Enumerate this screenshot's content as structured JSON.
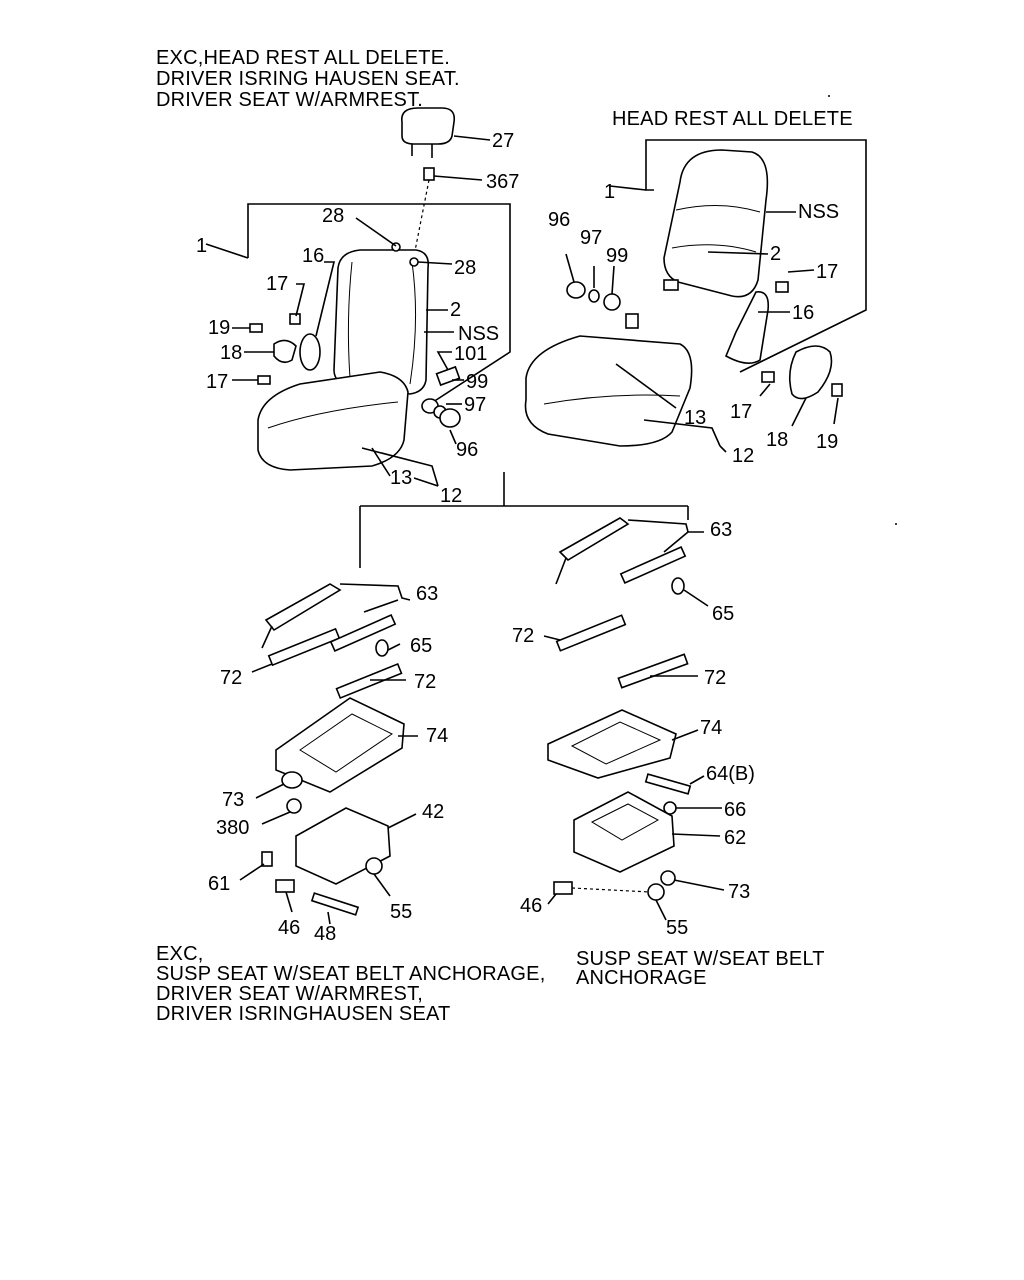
{
  "notes": {
    "top_left": [
      "EXC,HEAD REST ALL DELETE.",
      "DRIVER ISRING HAUSEN SEAT.",
      "DRIVER SEAT W/ARMREST."
    ],
    "top_right": [
      "HEAD REST ALL DELETE"
    ],
    "bottom_left": [
      "EXC,",
      "SUSP SEAT W/SEAT BELT ANCHORAGE,",
      "DRIVER SEAT W/ARMREST,",
      "DRIVER ISRINGHAUSEN SEAT"
    ],
    "bottom_right": [
      "SUSP SEAT W/SEAT BELT",
      "ANCHORAGE"
    ]
  },
  "callouts": {
    "left_seat": [
      "27",
      "367",
      "28",
      "28",
      "1",
      "16",
      "17",
      "19",
      "18",
      "17",
      "2",
      "NSS",
      "101",
      "99",
      "97",
      "96",
      "13",
      "12"
    ],
    "right_seat": [
      "96",
      "97",
      "99",
      "1",
      "NSS",
      "2",
      "17",
      "16",
      "17",
      "18",
      "19",
      "13",
      "12"
    ],
    "left_frame": [
      "63",
      "65",
      "72",
      "72",
      "74",
      "73",
      "380",
      "42",
      "61",
      "55",
      "46",
      "48"
    ],
    "right_frame": [
      "63",
      "65",
      "72",
      "72",
      "74",
      "64(B)",
      "66",
      "62",
      "73",
      "46",
      "55"
    ]
  }
}
